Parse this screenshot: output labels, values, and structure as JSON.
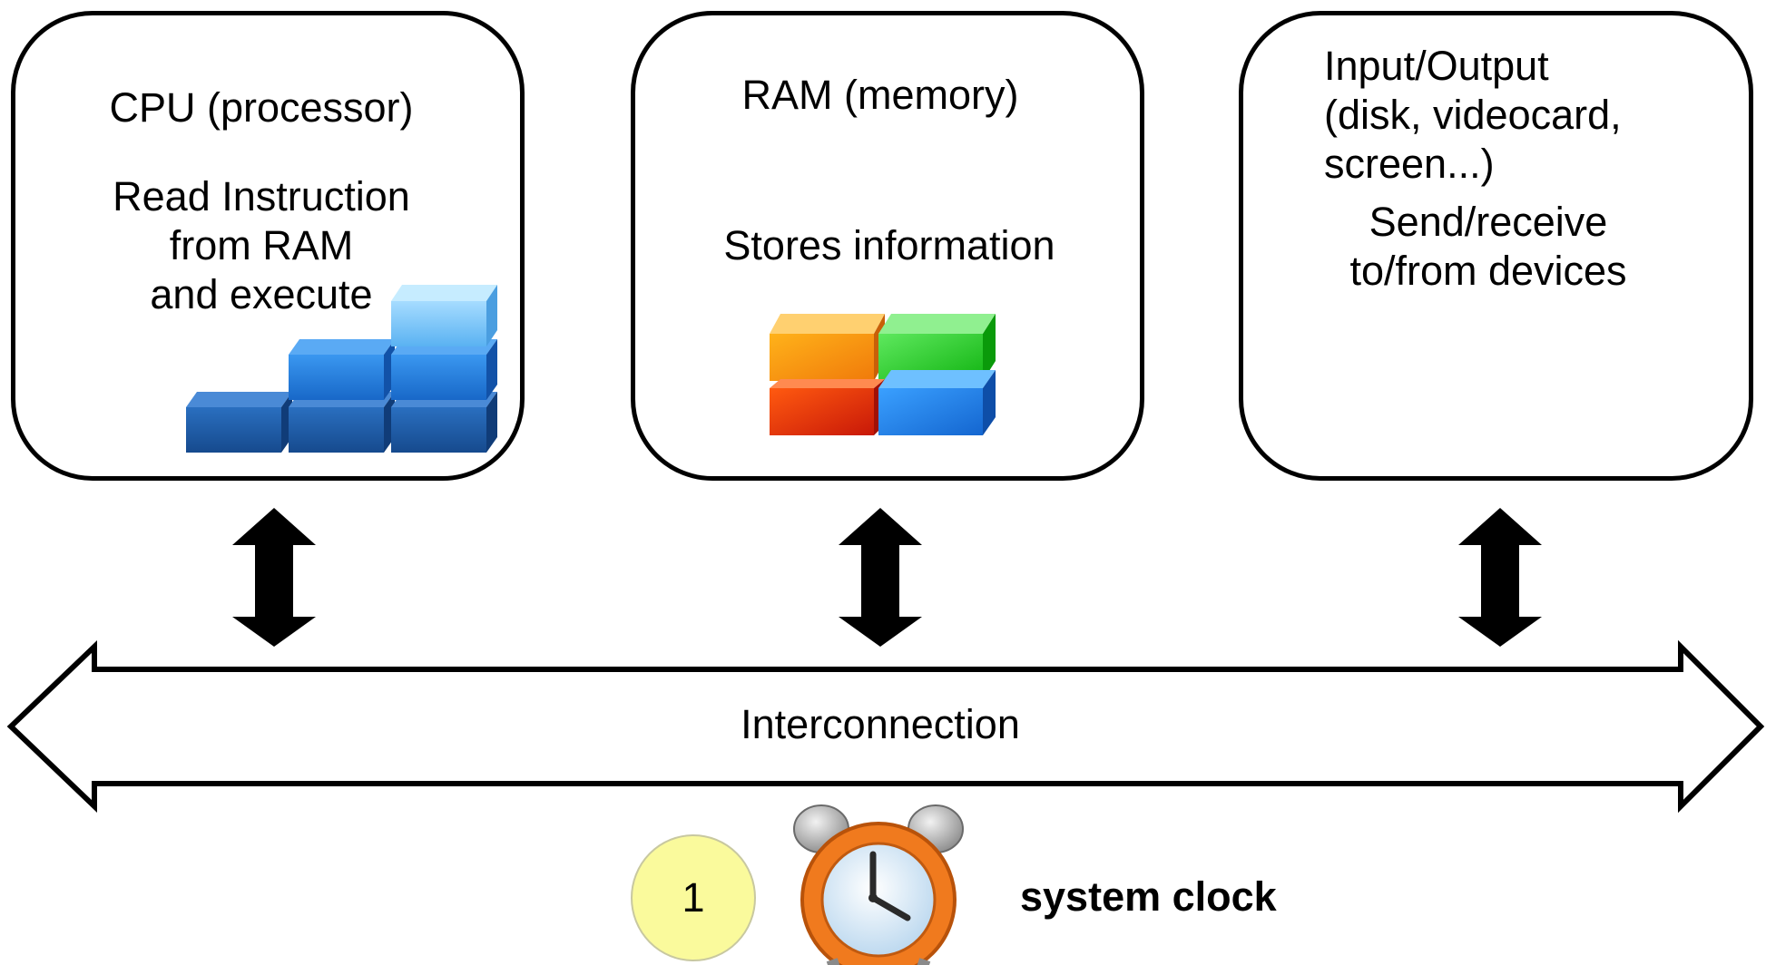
{
  "cpu": {
    "title": "CPU (processor)",
    "desc_lines": [
      "Read Instruction",
      "from RAM",
      "and execute"
    ]
  },
  "ram": {
    "title": "RAM (memory)",
    "desc": "Stores information"
  },
  "io": {
    "title_lines": [
      "Input/Output",
      "(disk, videocard,",
      "screen...)"
    ],
    "desc_lines": [
      "Send/receive",
      "to/from devices"
    ]
  },
  "bus": {
    "label": "Interconnection"
  },
  "clock": {
    "counter": "1",
    "label": "system clock"
  },
  "icons": [
    "stacked-blocks-icon",
    "colored-blocks-icon",
    "alarm-clock-icon",
    "double-arrow-icon"
  ],
  "colors": {
    "block_blue_dark": "#1e5aa8",
    "block_blue": "#1c7fe0",
    "block_blue_light": "#7cc4f8",
    "block_orange": "#ff9a10",
    "block_green": "#22cc22",
    "block_red": "#e0300a",
    "counter_fill": "#fafa9c",
    "clock_orange": "#f07a1e"
  }
}
